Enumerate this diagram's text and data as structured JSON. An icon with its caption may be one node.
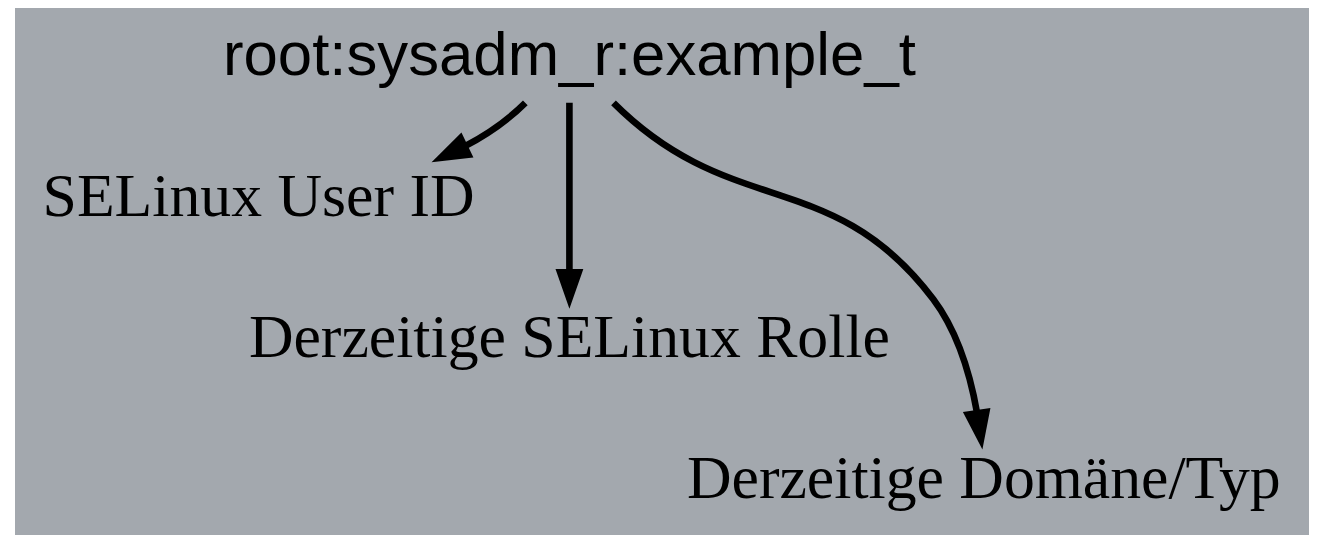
{
  "diagram": {
    "nodes": [
      {
        "text": [
          "root:sysadm_r:example_t"
        ]
      },
      {
        "text": [
          "SELinux User ID"
        ]
      },
      {
        "text": [
          "Derzeitige SELinux Rolle"
        ]
      },
      {
        "text": [
          "Derzeitige Domäne/Typ"
        ]
      }
    ],
    "edges": [
      {
        "from": 0,
        "to": 1,
        "arrow": "to"
      },
      {
        "from": 0,
        "to": 2,
        "arrow": "to"
      },
      {
        "from": 0,
        "to": 3,
        "arrow": "to"
      }
    ]
  }
}
